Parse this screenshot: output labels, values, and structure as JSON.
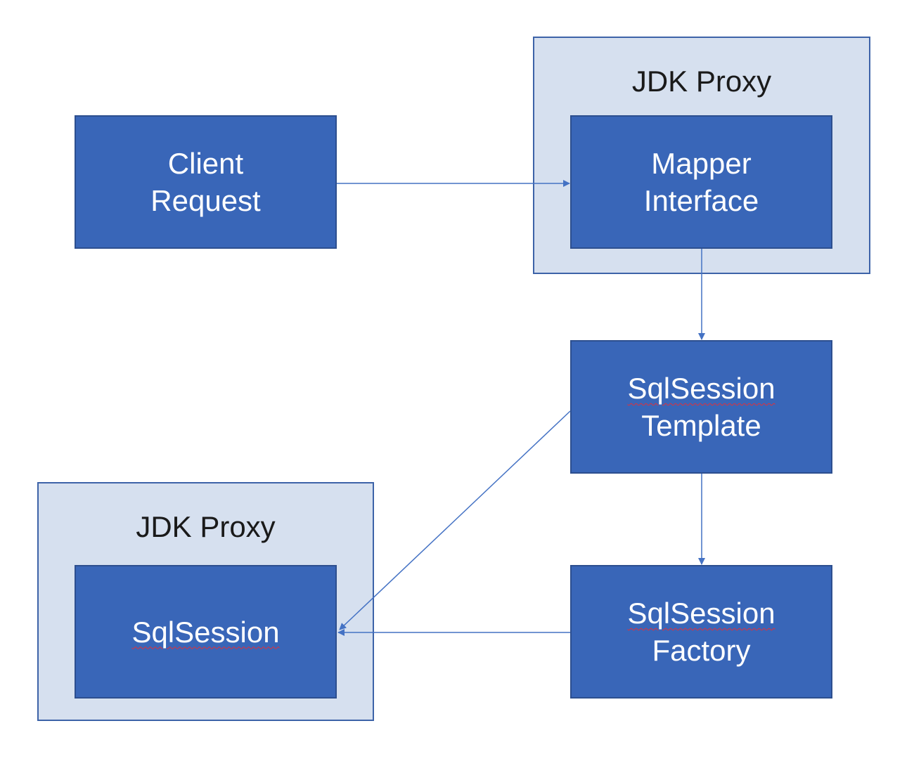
{
  "containers": {
    "top_proxy": {
      "title": "JDK Proxy"
    },
    "bottom_proxy": {
      "title": "JDK Proxy"
    }
  },
  "nodes": {
    "client_request": {
      "line1": "Client",
      "line2": "Request"
    },
    "mapper_interface": {
      "line1": "Mapper",
      "line2": "Interface"
    },
    "sqlsession_template": {
      "line1": "SqlSession",
      "line2": "Template"
    },
    "sqlsession_factory": {
      "line1": "SqlSession",
      "line2": "Factory"
    },
    "sqlsession": {
      "line1": "SqlSession"
    }
  },
  "colors": {
    "node_fill": "#3966b8",
    "container_fill": "#d6e0ef",
    "arrow": "#4472c4",
    "spellcheck_underline": "#e0303a"
  }
}
